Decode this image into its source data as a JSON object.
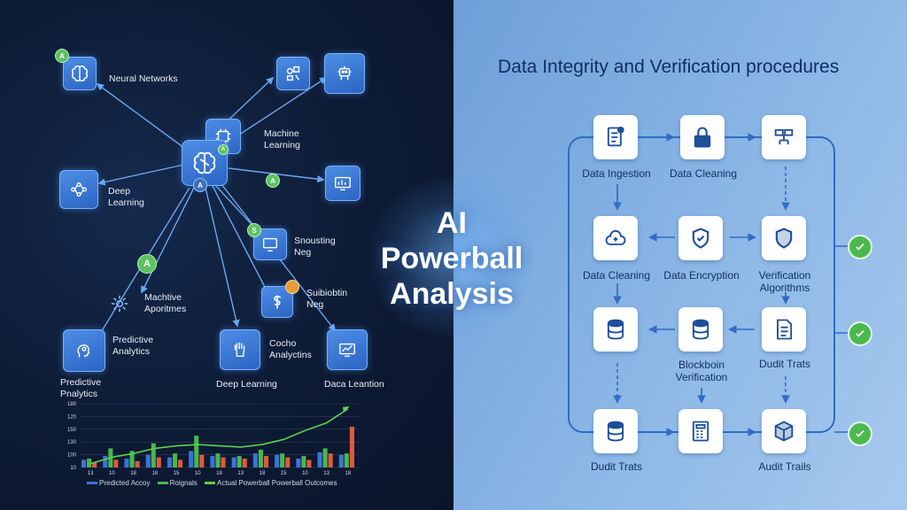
{
  "center_title": {
    "line1": "AI",
    "line2": "Powerball Analysis"
  },
  "left_nodes": {
    "neural_networks": "Neural Networks",
    "machine_learning": "Machine\nLearning",
    "deep_learning_top": "Deep\nLearning",
    "snousting": "Snousting\nNeg",
    "machtive": "Machtive\nAporitmes",
    "suibiobtin": "Suibiobtin\nNeg",
    "predictive_analytics": "Predictive\nAnalytics",
    "predictive_analytics_bottom": "Predictive\nPnalytics",
    "cocho": "Cocho\nAnalyctins",
    "deep_learning_bottom": "Deep Learning",
    "daca_leantion": "Daca Leantion"
  },
  "badges": [
    "A",
    "A",
    "A",
    "A",
    "S",
    "A"
  ],
  "right_title": "Data Integrity and Verification procedures",
  "right_nodes": {
    "data_ingestion": "Data Ingestion",
    "data_cleaning_top": "Data Cleaning",
    "data_cleaning_mid": "Data Cleaning",
    "data_encryption": "Data Encryption",
    "verification_algorithms": "Verification\nAlgorithms",
    "blockboin_verification": "Blockboin\nVerification",
    "dudit_trats_mid": "Dudit Trats",
    "dudit_trats_bottom": "Dudit Trats",
    "audit_trails": "Audit Trails"
  },
  "colors": {
    "accent": "#3b7be0",
    "check": "#4bb94d",
    "trend": "#5bd04c"
  },
  "chart_data": {
    "type": "bar",
    "x_tick_labels": [
      "13",
      "10",
      "18",
      "18",
      "15",
      "10",
      "18",
      "13",
      "18",
      "15",
      "10",
      "13",
      "18"
    ],
    "y_tick_labels": [
      "180",
      "120",
      "150",
      "130",
      "100",
      "10"
    ],
    "series": [
      {
        "name": "Predicted Accoy",
        "color": "#3b74d6",
        "values": [
          12,
          18,
          14,
          20,
          16,
          26,
          18,
          16,
          22,
          20,
          14,
          24,
          20
        ]
      },
      {
        "name": "Roignals",
        "color": "#48b84d",
        "values": [
          14,
          30,
          26,
          38,
          22,
          50,
          22,
          18,
          28,
          22,
          18,
          30,
          22
        ]
      },
      {
        "name": "Actual Powerball Powerball Outcomes",
        "color": "#e05a3a",
        "values": [
          8,
          12,
          10,
          16,
          12,
          20,
          16,
          14,
          18,
          16,
          12,
          22,
          64
        ]
      }
    ],
    "trend_line": [
      6,
      16,
      22,
      30,
      34,
      36,
      34,
      32,
      36,
      44,
      58,
      70,
      92
    ]
  }
}
